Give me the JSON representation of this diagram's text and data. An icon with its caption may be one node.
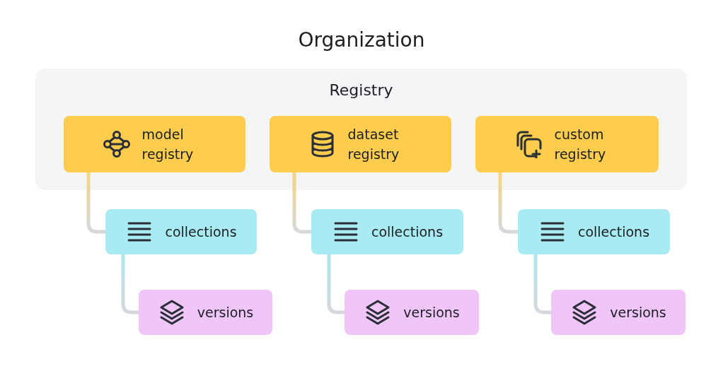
{
  "diagram": {
    "title": "Organization",
    "nodes": [
      {
        "text": [
          "Registry"
        ]
      },
      {
        "text": [
          "model registry"
        ],
        "in": 0
      },
      {
        "text": [
          "dataset registry"
        ],
        "in": 0
      },
      {
        "text": [
          "custom registry"
        ],
        "in": 0
      },
      {
        "text": [
          "collections"
        ]
      },
      {
        "text": [
          "collections"
        ]
      },
      {
        "text": [
          "collections"
        ]
      },
      {
        "text": [
          "versions"
        ]
      },
      {
        "text": [
          "versions"
        ]
      },
      {
        "text": [
          "versions"
        ]
      }
    ],
    "edges": [
      {
        "from": 1,
        "to": 4,
        "arrow": "none"
      },
      {
        "from": 4,
        "to": 7,
        "arrow": "none"
      },
      {
        "from": 2,
        "to": 5,
        "arrow": "none"
      },
      {
        "from": 5,
        "to": 8,
        "arrow": "none"
      },
      {
        "from": 3,
        "to": 6,
        "arrow": "none"
      },
      {
        "from": 6,
        "to": 9,
        "arrow": "none"
      }
    ]
  }
}
